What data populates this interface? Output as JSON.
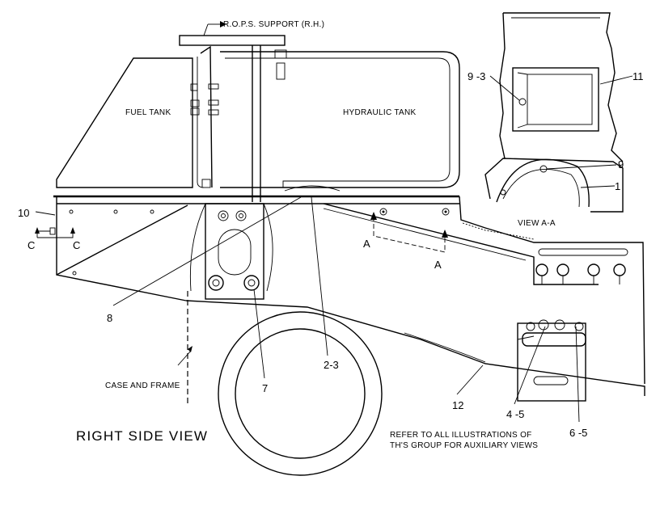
{
  "labels": {
    "rops_support": "R.O.P.S. SUPPORT (R.H.)",
    "fuel_tank": "FUEL TANK",
    "hydraulic_tank": "HYDRAULIC TANK",
    "view_aa": "VIEW A-A",
    "case_and_frame": "CASE AND FRAME",
    "right_side_view": "RIGHT SIDE VIEW",
    "refer_line1": "REFER TO ALL ILLUSTRATIONS OF",
    "refer_line2": "TH'S GROUP FOR AUXILIARY VIEWS",
    "section_c_left": "C",
    "section_c_right": "C",
    "section_a_left": "A",
    "section_a_right": "A"
  },
  "callouts": {
    "c9_3": "9 -3",
    "c11": "11",
    "c9": "9",
    "c1": "1",
    "c10": "10",
    "c8": "8",
    "c7": "7",
    "c2_3": "2-3",
    "c12": "12",
    "c4_5": "4 -5",
    "c6_5": "6 -5"
  }
}
